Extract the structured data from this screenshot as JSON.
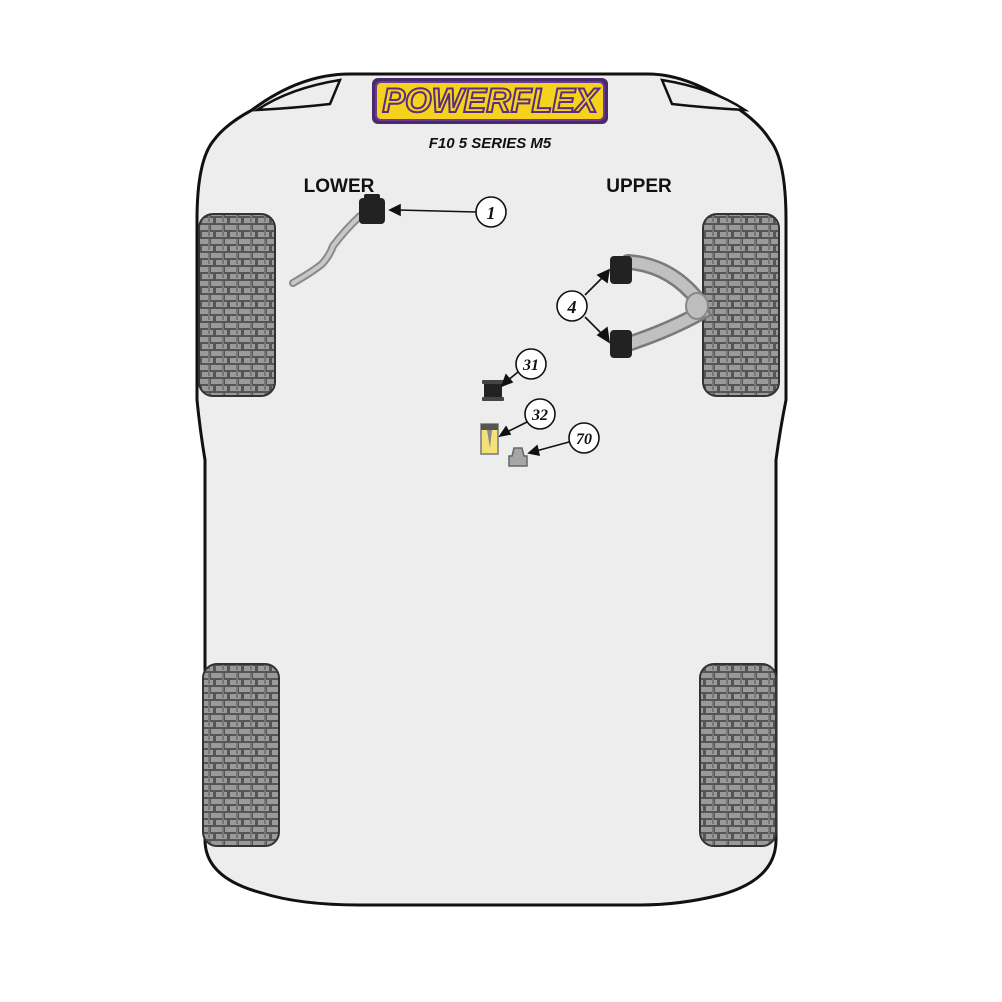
{
  "brand": {
    "logo_text": "POWERFLEX",
    "model": "F10 5 SERIES M5",
    "logo_fill": "#f5d21e",
    "logo_stroke": "#6a3a96"
  },
  "labels": {
    "lower": "LOWER",
    "upper": "UPPER"
  },
  "callouts": {
    "c1": "1",
    "c4": "4",
    "c31": "31",
    "c32": "32",
    "c70": "70"
  },
  "colors": {
    "body_fill": "#ededee",
    "body_stroke": "#111111",
    "tyre_fill": "#555555",
    "tread_block": "#999999",
    "bush_black": "#222222",
    "arm_grey": "#b4b4b4",
    "insert_yellow": "#f3e27a"
  }
}
